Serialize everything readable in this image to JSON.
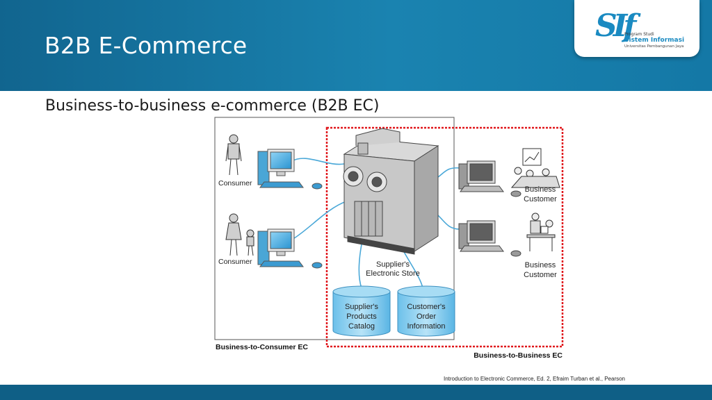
{
  "slide": {
    "title": "B2B E-Commerce",
    "subtitle": "Business-to-business e-commerce (B2B EC)",
    "citation": "Introduction to Electronic Commerce, Ed. 2, Efraim Turban et al., Pearson"
  },
  "logo": {
    "mark": "SIf",
    "line1": "Program Studi",
    "line2": "Sistem Informasi",
    "line3": "Universitas Pembangunan Jaya"
  },
  "diagram": {
    "consumer_1": "Consumer",
    "consumer_2": "Consumer",
    "business_customer_1_line1": "Business",
    "business_customer_1_line2": "Customer",
    "business_customer_2_line1": "Business",
    "business_customer_2_line2": "Customer",
    "store_line1": "Supplier's",
    "store_line2": "Electronic Store",
    "catalog_line1": "Supplier's",
    "catalog_line2": "Products",
    "catalog_line3": "Catalog",
    "order_line1": "Customer's",
    "order_line2": "Order",
    "order_line3": "Information",
    "b2c_label": "Business-to-Consumer EC",
    "b2b_label": "Business-to-Business EC"
  },
  "colors": {
    "header": "#1478a6",
    "footer": "#0f5f86",
    "boundary_dash": "#e0161b",
    "screen_blue": "#3fa9e0"
  }
}
